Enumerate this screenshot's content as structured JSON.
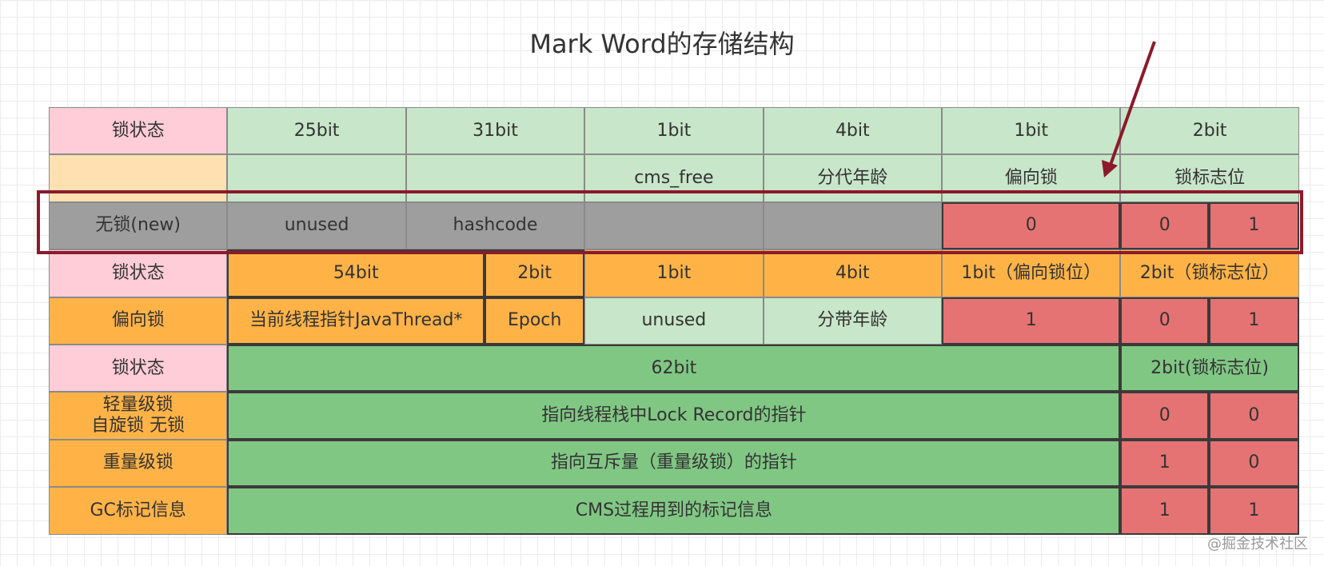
{
  "title": "Mark Word的存储结构",
  "watermark": "@掘金技术社区",
  "colors": {
    "pink": "#ffcdd7",
    "pale_green": "#c8e6c9",
    "peach": "#ffe0b0",
    "gray": "#9e9e9e",
    "red": "#e57373",
    "orange": "#ffb347",
    "green": "#81c784",
    "highlight": "#8b1a2b"
  },
  "arrow_icon": "arrow-down-left-icon",
  "rows": [
    {
      "name": "bit-width-header-row",
      "cells": [
        {
          "text": "锁状态",
          "start": 0,
          "span": 1,
          "color": "pink"
        },
        {
          "text": "25bit",
          "start": 1,
          "span": 1,
          "color": "pale"
        },
        {
          "text": "31bit",
          "start": 2,
          "span": 1,
          "color": "pale"
        },
        {
          "text": "1bit",
          "start": 3,
          "span": 1,
          "color": "pale"
        },
        {
          "text": "4bit",
          "start": 4,
          "span": 1,
          "color": "pale"
        },
        {
          "text": "1bit",
          "start": 5,
          "span": 1,
          "color": "pale"
        },
        {
          "text": "2bit",
          "start": 6,
          "span": 2,
          "color": "pale"
        }
      ]
    },
    {
      "name": "field-name-header-row",
      "cells": [
        {
          "text": "",
          "start": 0,
          "span": 1,
          "color": "peach"
        },
        {
          "text": "",
          "start": 1,
          "span": 1,
          "color": "pale"
        },
        {
          "text": "",
          "start": 2,
          "span": 1,
          "color": "pale"
        },
        {
          "text": "cms_free",
          "start": 3,
          "span": 1,
          "color": "pale"
        },
        {
          "text": "分代年龄",
          "start": 4,
          "span": 1,
          "color": "pale"
        },
        {
          "text": "偏向锁",
          "start": 5,
          "span": 1,
          "color": "pale"
        },
        {
          "text": "锁标志位",
          "start": 6,
          "span": 2,
          "color": "pale"
        }
      ]
    },
    {
      "name": "unlocked-row",
      "cells": [
        {
          "text": "无锁(new)",
          "start": 0,
          "span": 1,
          "color": "gray"
        },
        {
          "text": "unused",
          "start": 1,
          "span": 1,
          "color": "gray"
        },
        {
          "text": "hashcode",
          "start": 2,
          "span": 1,
          "color": "gray"
        },
        {
          "text": "",
          "start": 3,
          "span": 1,
          "color": "gray"
        },
        {
          "text": "",
          "start": 4,
          "span": 1,
          "color": "gray"
        },
        {
          "text": "0",
          "start": 5,
          "span": 1,
          "color": "red"
        },
        {
          "text": "0",
          "start": 6,
          "span": 1,
          "color": "red"
        },
        {
          "text": "1",
          "start": 7,
          "span": 1,
          "color": "red"
        }
      ]
    },
    {
      "name": "biased-header-row",
      "cells": [
        {
          "text": "锁状态",
          "start": 0,
          "span": 1,
          "color": "pink"
        },
        {
          "text": "54bit",
          "start": 1,
          "span": 1.44,
          "color": "orange",
          "thick": true
        },
        {
          "text": "2bit",
          "start": 2.44,
          "span": 0.56,
          "color": "orange",
          "thick": true
        },
        {
          "text": "1bit",
          "start": 3,
          "span": 1,
          "color": "orange"
        },
        {
          "text": "4bit",
          "start": 4,
          "span": 1,
          "color": "orange"
        },
        {
          "text": "1bit（偏向锁位）",
          "start": 5,
          "span": 1,
          "color": "orange"
        },
        {
          "text": "2bit（锁标志位）",
          "start": 6,
          "span": 2,
          "color": "orange"
        }
      ]
    },
    {
      "name": "biased-lock-row",
      "cells": [
        {
          "text": "偏向锁",
          "start": 0,
          "span": 1,
          "color": "orange"
        },
        {
          "text": "当前线程指针JavaThread*",
          "start": 1,
          "span": 1.44,
          "color": "orange",
          "thick": true
        },
        {
          "text": "Epoch",
          "start": 2.44,
          "span": 0.56,
          "color": "orange",
          "thick": true
        },
        {
          "text": "unused",
          "start": 3,
          "span": 1,
          "color": "pale"
        },
        {
          "text": "分带年龄",
          "start": 4,
          "span": 1,
          "color": "pale"
        },
        {
          "text": "1",
          "start": 5,
          "span": 1,
          "color": "red"
        },
        {
          "text": "0",
          "start": 6,
          "span": 1,
          "color": "red"
        },
        {
          "text": "1",
          "start": 7,
          "span": 1,
          "color": "red"
        }
      ]
    },
    {
      "name": "pointer-header-row",
      "cells": [
        {
          "text": "锁状态",
          "start": 0,
          "span": 1,
          "color": "pink"
        },
        {
          "text": "62bit",
          "start": 1,
          "span": 5,
          "color": "green"
        },
        {
          "text": "2bit(锁标志位)",
          "start": 6,
          "span": 2,
          "color": "green"
        }
      ]
    },
    {
      "name": "lightweight-lock-row",
      "cells": [
        {
          "text": "轻量级锁\n自旋锁 无锁",
          "start": 0,
          "span": 1,
          "color": "orange"
        },
        {
          "text": "指向线程栈中Lock Record的指针",
          "start": 1,
          "span": 5,
          "color": "green"
        },
        {
          "text": "0",
          "start": 6,
          "span": 1,
          "color": "red"
        },
        {
          "text": "0",
          "start": 7,
          "span": 1,
          "color": "red"
        }
      ]
    },
    {
      "name": "heavyweight-lock-row",
      "cells": [
        {
          "text": "重量级锁",
          "start": 0,
          "span": 1,
          "color": "orange"
        },
        {
          "text": "指向互斥量（重量级锁）的指针",
          "start": 1,
          "span": 5,
          "color": "green"
        },
        {
          "text": "1",
          "start": 6,
          "span": 1,
          "color": "red"
        },
        {
          "text": "0",
          "start": 7,
          "span": 1,
          "color": "red"
        }
      ]
    },
    {
      "name": "gc-mark-row",
      "cells": [
        {
          "text": "GC标记信息",
          "start": 0,
          "span": 1,
          "color": "orange"
        },
        {
          "text": "CMS过程用到的标记信息",
          "start": 1,
          "span": 5,
          "color": "green"
        },
        {
          "text": "1",
          "start": 6,
          "span": 1,
          "color": "red"
        },
        {
          "text": "1",
          "start": 7,
          "span": 1,
          "color": "red"
        }
      ]
    }
  ]
}
